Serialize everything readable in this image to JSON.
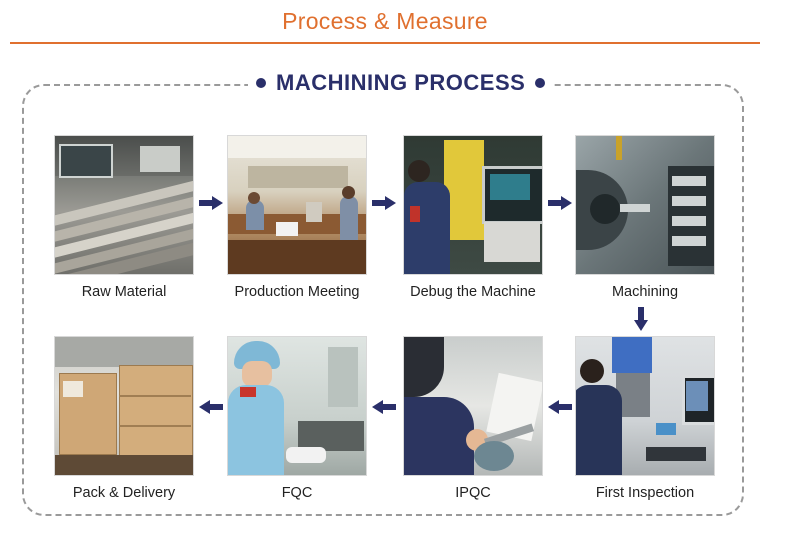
{
  "header": {
    "title": "Process & Measure"
  },
  "section": {
    "heading": "MACHINING PROCESS"
  },
  "steps": [
    {
      "label": "Raw Material",
      "icon": "raw-material-photo"
    },
    {
      "label": "Production Meeting",
      "icon": "meeting-photo"
    },
    {
      "label": "Debug the Machine",
      "icon": "debug-machine-photo"
    },
    {
      "label": "Machining",
      "icon": "machining-photo"
    },
    {
      "label": "First Inspection",
      "icon": "first-inspection-photo"
    },
    {
      "label": "IPQC",
      "icon": "ipqc-photo"
    },
    {
      "label": "FQC",
      "icon": "fqc-photo"
    },
    {
      "label": "Pack & Delivery",
      "icon": "pack-delivery-photo"
    }
  ],
  "colors": {
    "accent": "#e0702f",
    "navy": "#2a2f6a",
    "frame": "#9a9a9a"
  }
}
